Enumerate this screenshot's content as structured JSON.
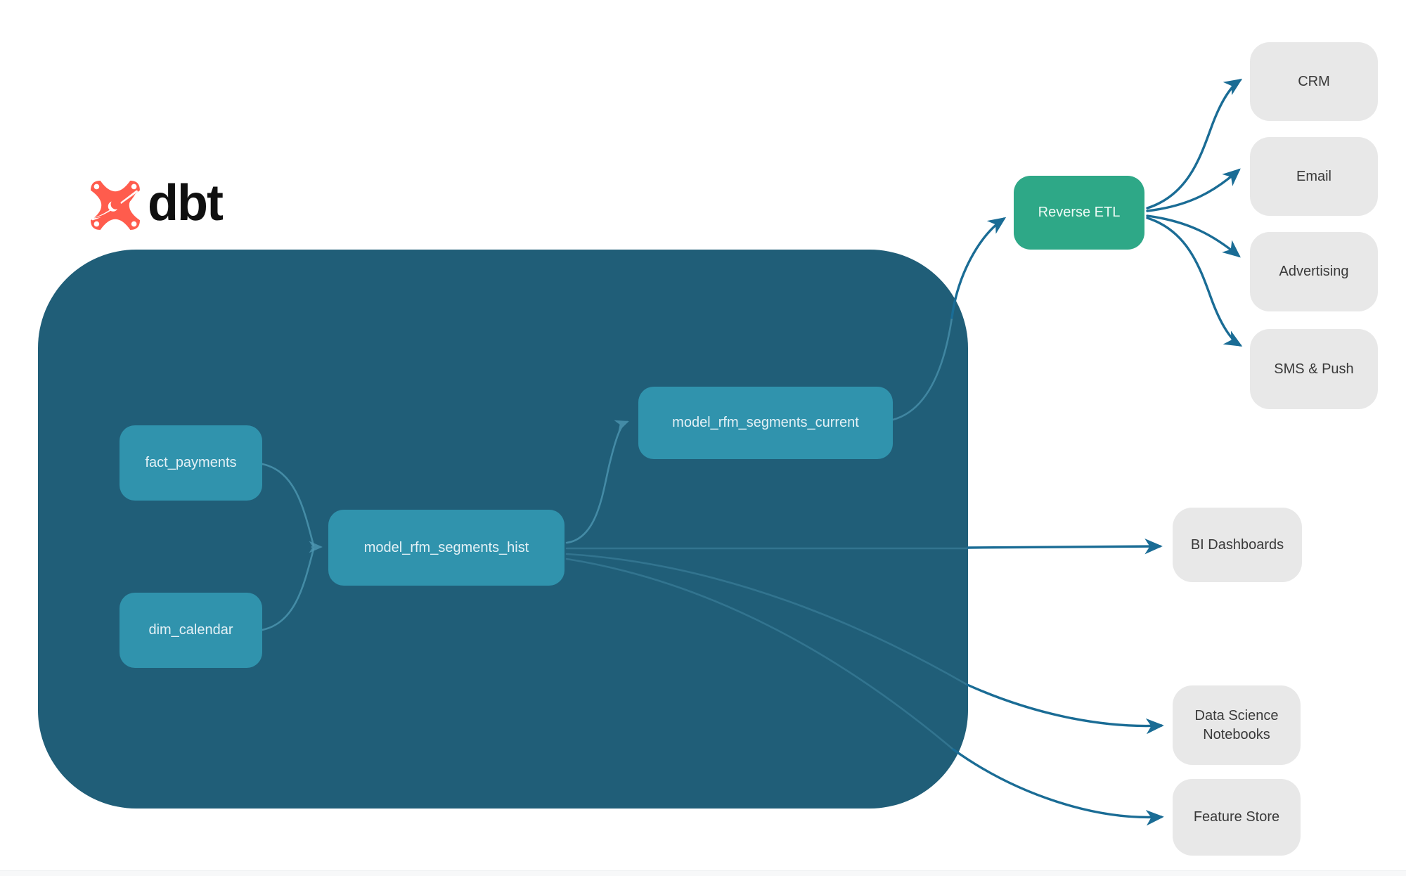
{
  "brand": {
    "name": "dbt"
  },
  "warehouse": {
    "nodes": {
      "fact_payments": {
        "label": "fact_payments"
      },
      "dim_calendar": {
        "label": "dim_calendar"
      },
      "model_rfm_segments_hist": {
        "label": "model_rfm_segments_hist"
      },
      "model_rfm_segments_current": {
        "label": "model_rfm_segments_current"
      }
    }
  },
  "activation": {
    "reverse_etl": {
      "label": "Reverse ETL"
    }
  },
  "destinations": {
    "crm": {
      "label": "CRM"
    },
    "email": {
      "label": "Email"
    },
    "advertising": {
      "label": "Advertising"
    },
    "sms_push": {
      "label": "SMS & Push"
    },
    "bi_dashboards": {
      "label": "BI Dashboards"
    },
    "data_science_notebooks": {
      "label": "Data Science Notebooks"
    },
    "feature_store": {
      "label": "Feature Store"
    }
  },
  "edges": [
    {
      "from": "fact_payments",
      "to": "model_rfm_segments_hist"
    },
    {
      "from": "dim_calendar",
      "to": "model_rfm_segments_hist"
    },
    {
      "from": "model_rfm_segments_hist",
      "to": "model_rfm_segments_current"
    },
    {
      "from": "model_rfm_segments_current",
      "to": "Reverse ETL"
    },
    {
      "from": "Reverse ETL",
      "to": "CRM"
    },
    {
      "from": "Reverse ETL",
      "to": "Email"
    },
    {
      "from": "Reverse ETL",
      "to": "Advertising"
    },
    {
      "from": "Reverse ETL",
      "to": "SMS & Push"
    },
    {
      "from": "model_rfm_segments_hist",
      "to": "BI Dashboards"
    },
    {
      "from": "model_rfm_segments_hist",
      "to": "Data Science Notebooks"
    },
    {
      "from": "model_rfm_segments_hist",
      "to": "Feature Store"
    }
  ],
  "colors": {
    "warehouse_container": "#205E78",
    "model_node": "#3093AD",
    "reverse_etl_node": "#2EA887",
    "destination_node": "#E8E8E8",
    "edge_outside": "#1A6C95",
    "edge_inside": "#4E97B2",
    "logo_mark": "#FF5C4D",
    "logo_text": "#101010"
  }
}
